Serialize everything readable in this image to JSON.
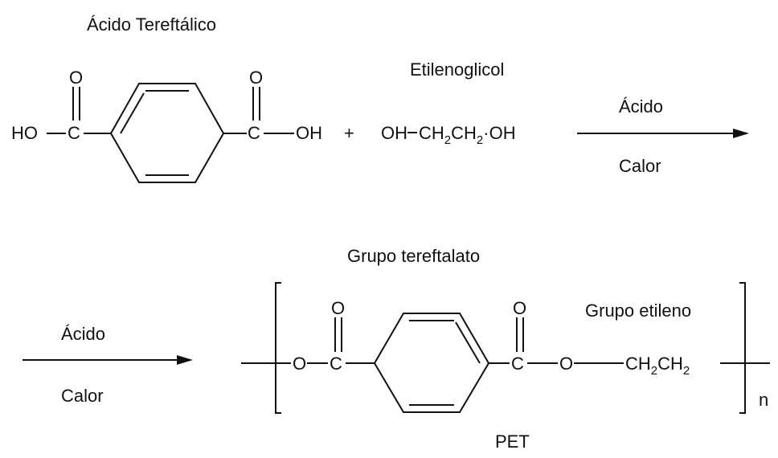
{
  "labels": {
    "terephthalic_acid": "Ácido Tereftálico",
    "ethylene_glycol": "Etilenoglicol",
    "catalyst_top": "Ácido",
    "condition_top": "Calor",
    "catalyst_bottom": "Ácido",
    "condition_bottom": "Calor",
    "terephthalate_group": "Grupo tereftalato",
    "ethylene_group": "Grupo etileno",
    "polymer_name": "PET",
    "repeat_n": "n"
  },
  "reactant1": {
    "left_group": "HO",
    "carbon_left": "C",
    "oxygen_left": "O",
    "carbon_right": "C",
    "oxygen_right": "O",
    "right_group": "OH"
  },
  "plus_sign": "+",
  "reactant2": {
    "left": "OH",
    "ch2a": "CH",
    "sub_a": "2",
    "ch2b": "CH",
    "sub_b": "2",
    "dot": "·",
    "right": "OH"
  },
  "product": {
    "o_left": "O",
    "c_left": "C",
    "o_top_left": "O",
    "c_right": "C",
    "o_top_right": "O",
    "o_right": "O",
    "ch2a": "CH",
    "sub_a": "2",
    "ch2b": "CH",
    "sub_b": "2"
  }
}
